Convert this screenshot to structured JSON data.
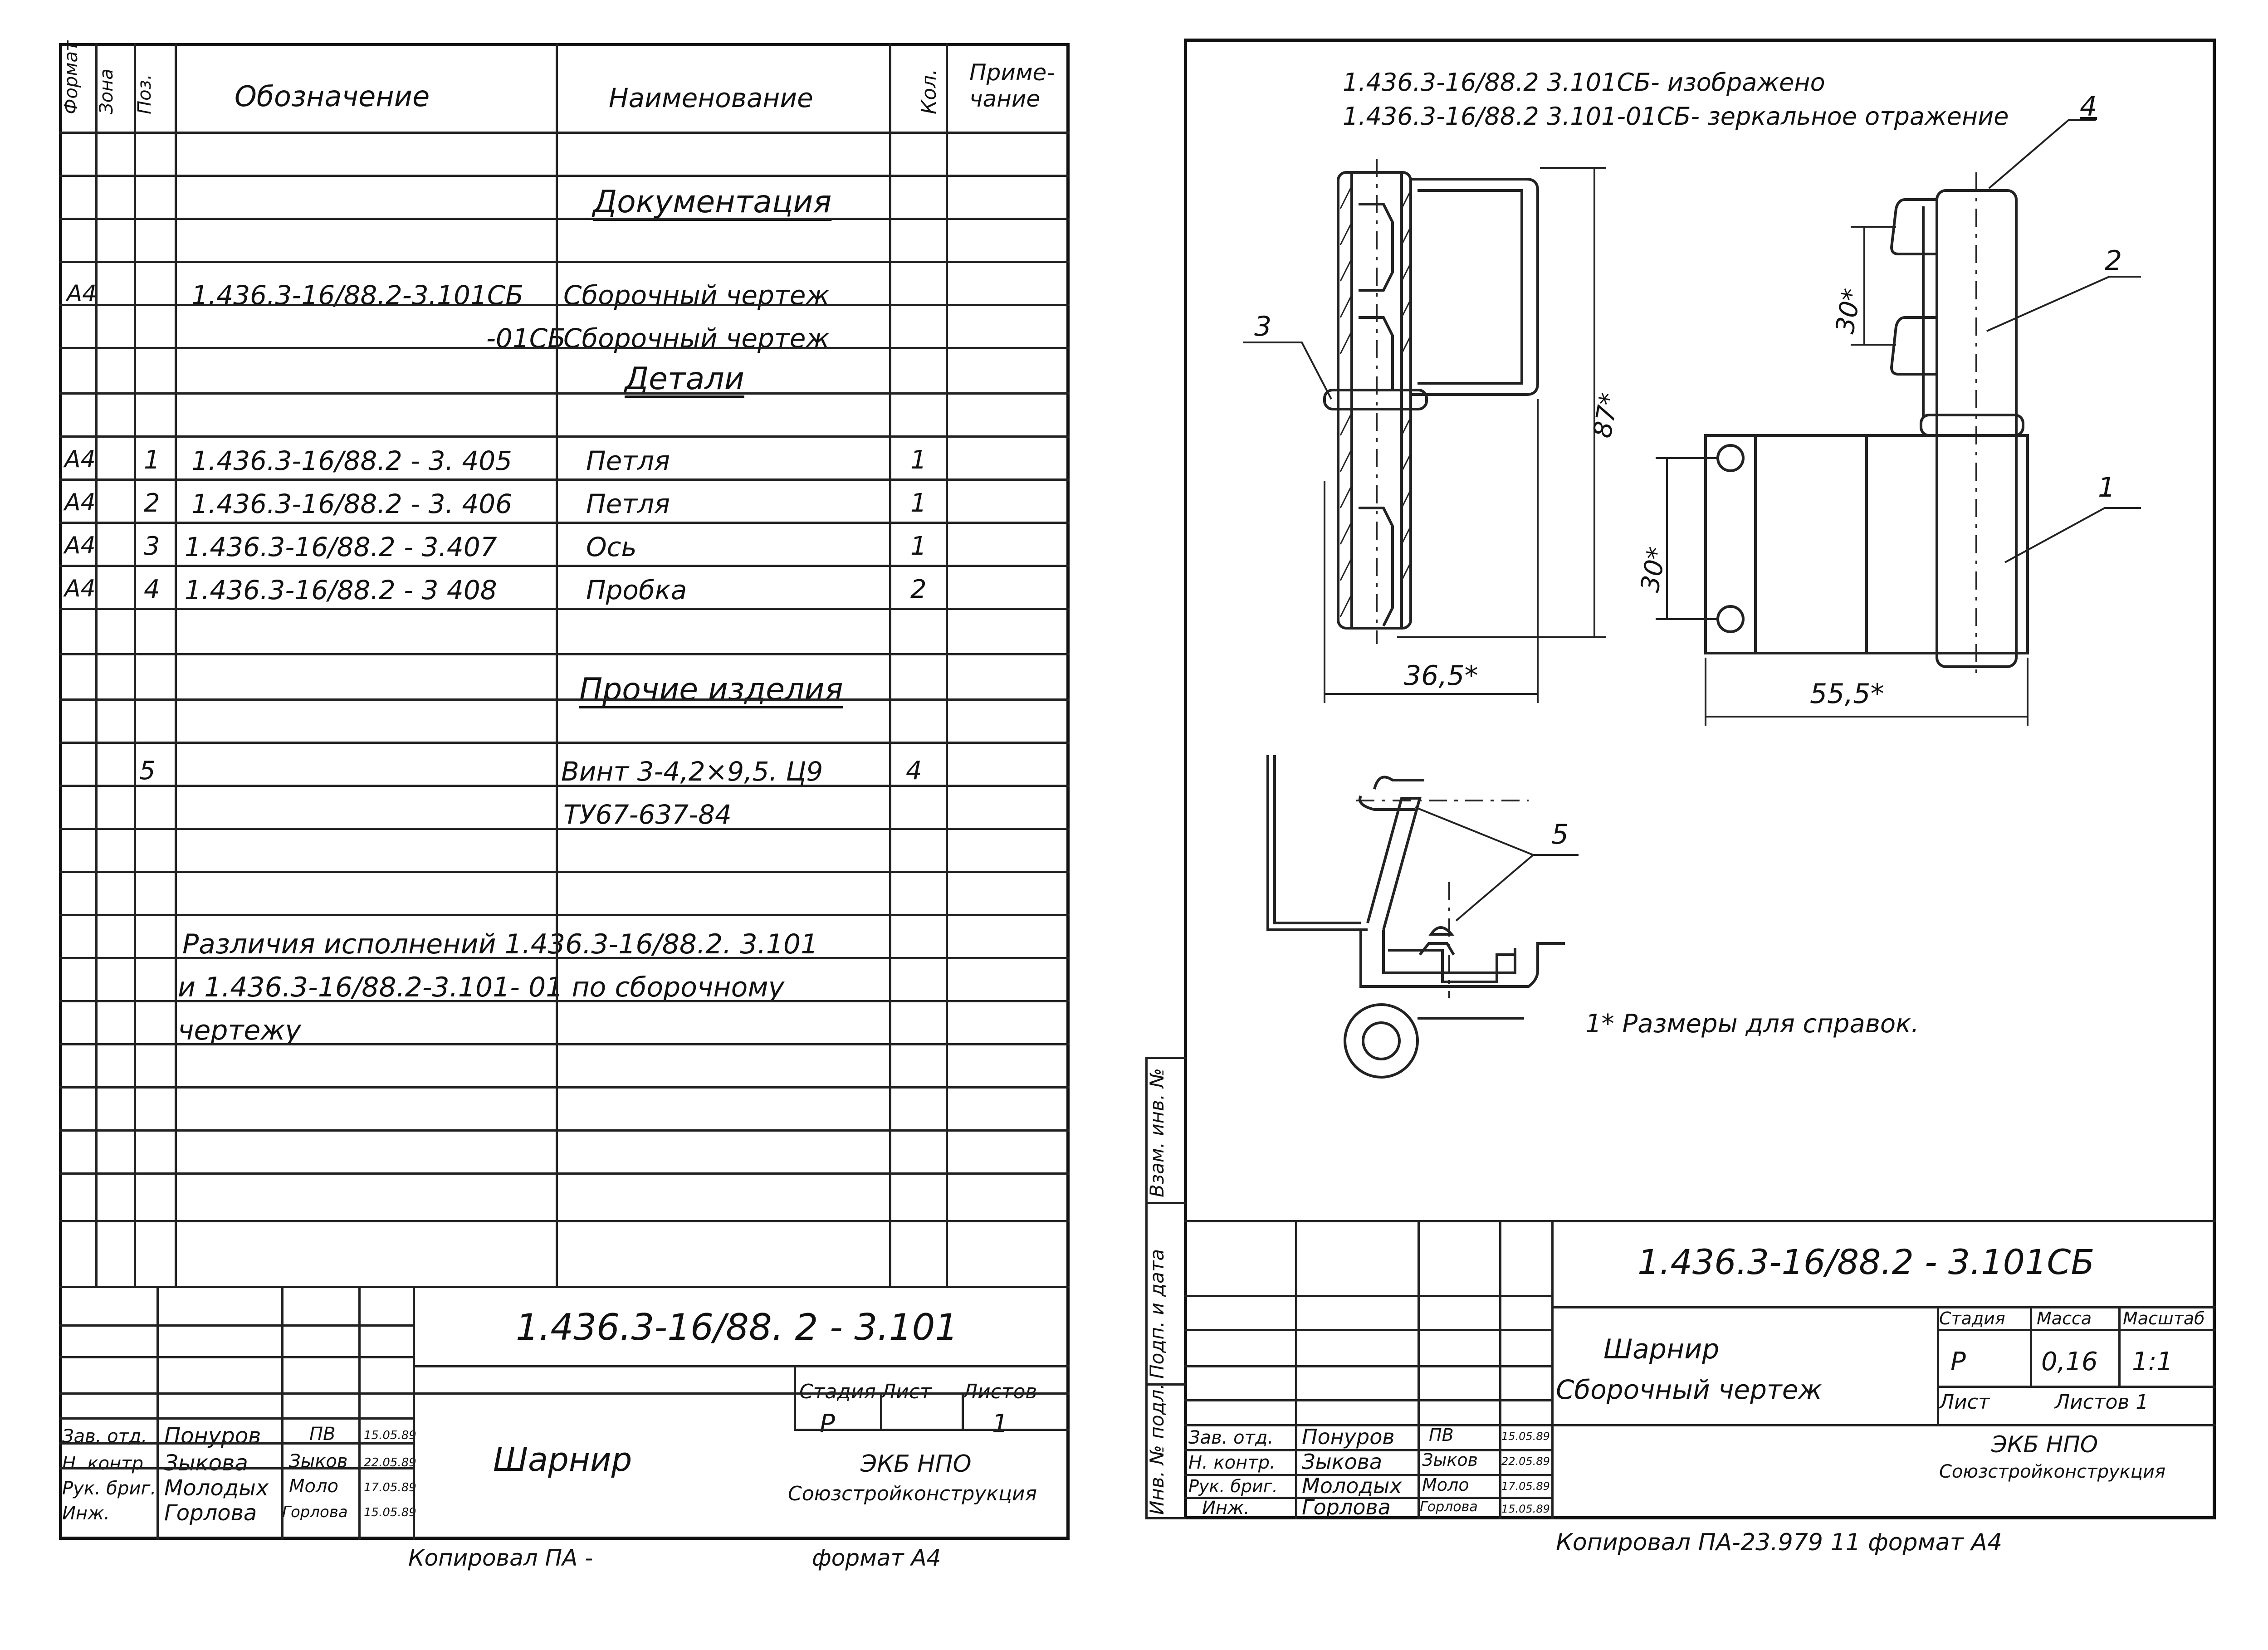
{
  "spec": {
    "headers": {
      "format": "Формат",
      "zone": "Зона",
      "pos": "Поз.",
      "designation": "Обозначение",
      "name": "Наименование",
      "qty": "Кол.",
      "note": "Приме-\nчание"
    },
    "section_docs": "Документация",
    "docs": [
      {
        "format": "А4",
        "designation": "1.436.3-16/88.2-3.101СБ",
        "name": "Сборочный чертеж"
      },
      {
        "format": "",
        "designation": "-01СБ",
        "name": "Сборочный чертеж"
      }
    ],
    "section_parts": "Детали",
    "parts": [
      {
        "format": "А4",
        "pos": "1",
        "designation": "1.436.3-16/88.2 - 3. 405",
        "name": "Петля",
        "qty": "1"
      },
      {
        "format": "А4",
        "pos": "2",
        "designation": "1.436.3-16/88.2 - 3. 406",
        "name": "Петля",
        "qty": "1"
      },
      {
        "format": "А4",
        "pos": "3",
        "designation": "1.436.3-16/88.2 - 3.407",
        "name": "Ось",
        "qty": "1"
      },
      {
        "format": "А4",
        "pos": "4",
        "designation": "1.436.3-16/88.2 - 3 408",
        "name": "Пробка",
        "qty": "2"
      }
    ],
    "section_other": "Прочие изделия",
    "other": {
      "pos": "5",
      "name_line1": "Винт 3-4,2×9,5. Ц9",
      "name_line2": "ТУ67-637-84",
      "qty": "4"
    },
    "difference_lines": [
      "Различия исполнений 1.436.3-16/88.2. 3.101",
      "и 1.436.3-16/88.2-3.101- 01 по сборочному",
      "чертежу"
    ]
  },
  "left_title": {
    "code": "1.436.3-16/88. 2 - 3.101",
    "name": "Шарнир",
    "stage_label": "Стадия",
    "sheet_label": "Лист",
    "sheets_label": "Листов",
    "stage": "Р",
    "sheets": "1",
    "org_line1": "ЭКБ НПО",
    "org_line2": "Союзстройконструкция",
    "people": [
      {
        "role": "Зав. отд.",
        "name": "Понуров",
        "sign": "ПВ",
        "date": "15.05.89"
      },
      {
        "role": "Н. контр.",
        "name": "Зыкова",
        "sign": "Зыков",
        "date": "22.05.89"
      },
      {
        "role": "Рук. бриг.",
        "name": "Молодых",
        "sign": "Моло",
        "date": "17.05.89"
      },
      {
        "role": "Инж.",
        "name": "Горлова",
        "sign": "Горлова",
        "date": "15.05.89"
      }
    ],
    "footer_copied": "Копировал ПА -",
    "footer_format": "формат А4"
  },
  "drawing": {
    "note_line1": "1.436.3-16/88.2 3.101СБ- изображено",
    "note_line2": "1.436.3-16/88.2 3.101-01СБ- зеркальное отражение",
    "callouts": [
      "1",
      "2",
      "3",
      "4",
      "5"
    ],
    "dims": {
      "height": "87*",
      "width_left": "36,5*",
      "pitch_top": "30*",
      "pitch_left": "30*",
      "width_right": "55,5*"
    },
    "ref_note": "1* Размеры для справок."
  },
  "right_title": {
    "code": "1.436.3-16/88.2 - 3.101СБ",
    "name_line1": "Шарнир",
    "name_line2": "Сборочный чертеж",
    "stage_label": "Стадия",
    "mass_label": "Масса",
    "scale_label": "Масштаб",
    "stage": "Р",
    "mass": "0,16",
    "scale": "1:1",
    "sheet_label": "Лист",
    "sheets_label": "Листов 1",
    "org_line1": "ЭКБ НПО",
    "org_line2": "Союзстройконструкция",
    "people": [
      {
        "role": "Зав. отд.",
        "name": "Понуров",
        "sign": "ПВ",
        "date": "15.05.89"
      },
      {
        "role": "Н. контр.",
        "name": "Зыкова",
        "sign": "Зыков",
        "date": "22.05.89"
      },
      {
        "role": "Рук. бриг.",
        "name": "Молодых",
        "sign": "Моло",
        "date": "17.05.89"
      },
      {
        "role": "Инж.",
        "name": "Горлова",
        "sign": "Горлова",
        "date": "15.05.89"
      }
    ],
    "side_stamps": [
      "Инв. № подл.",
      "Подп. и дата",
      "Взам. инв. №"
    ],
    "footer": "Копировал ПА-23.979  11  формат А4"
  }
}
